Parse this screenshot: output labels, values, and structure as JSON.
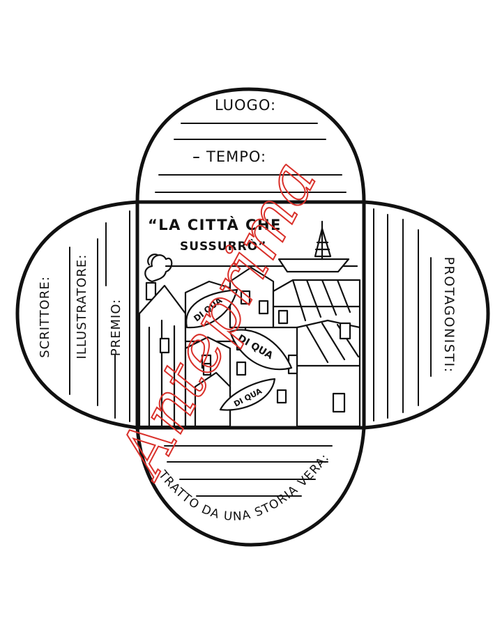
{
  "top_flap": {
    "place_label": "LUOGO:",
    "time_label": "TEMPO:"
  },
  "left_flap": {
    "writer_label": "SCRITTORE:",
    "illustrator_label": "ILLUSTRATORE:",
    "award_label": "PREMIO:"
  },
  "right_flap": {
    "protagonists_label": "PROTAGONISTI:"
  },
  "bottom_flap": {
    "true_story_label": "TRATTO DA UNA STORIA VERA:"
  },
  "cover": {
    "title_line1": "“LA CITTÀ CHE",
    "title_line2": "SUSSURRÒ”",
    "whisper_1": "DI QUA",
    "whisper_2": "DI QUA",
    "whisper_3": "DI QUA"
  },
  "watermark": {
    "text": "Anteprima",
    "color": "#d9302a"
  }
}
